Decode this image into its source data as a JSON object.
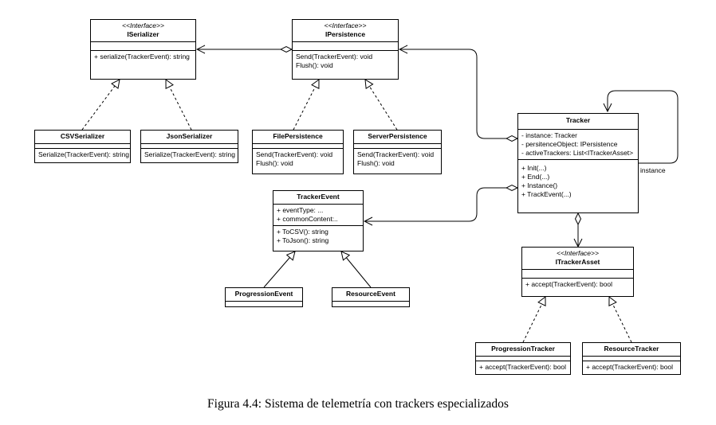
{
  "classes": {
    "iserializer": {
      "stereotype": "<<Interface>>",
      "name": "ISerializer",
      "attributes": [],
      "methods": [
        "+ serialize(TrackerEvent): string"
      ]
    },
    "ipersistence": {
      "stereotype": "<<Interface>>",
      "name": "IPersistence",
      "attributes": [],
      "methods": [
        "Send(TrackerEvent): void",
        "Flush(): void"
      ]
    },
    "csvserializer": {
      "name": "CSVSerializer",
      "attributes": [],
      "methods": [
        "Serialize(TrackerEvent): string"
      ]
    },
    "jsonserializer": {
      "name": "JsonSerializer",
      "attributes": [],
      "methods": [
        "Serialize(TrackerEvent): string"
      ]
    },
    "filepersistence": {
      "name": "FilePersistence",
      "attributes": [],
      "methods": [
        "Send(TrackerEvent): void",
        "Flush(): void"
      ]
    },
    "serverpersistence": {
      "name": "ServerPersistence",
      "attributes": [],
      "methods": [
        "Send(TrackerEvent): void",
        "Flush(): void"
      ]
    },
    "tracker": {
      "name": "Tracker",
      "attributes": [
        "- instance: Tracker",
        "- persitenceObject: IPersistence",
        "- activeTrackers: List<ITrackerAsset>"
      ],
      "methods": [
        "+ Init(...)",
        "+ End(...)",
        "+ Instance()",
        "+ TrackEvent(...)"
      ]
    },
    "trackerevent": {
      "name": "TrackerEvent",
      "attributes": [
        "+ eventType: ...",
        "+ commonContent:.."
      ],
      "methods": [
        "+ ToCSV(): string",
        "+ ToJson(): string"
      ]
    },
    "progressionevent": {
      "name": "ProgressionEvent"
    },
    "resourceevent": {
      "name": "ResourceEvent"
    },
    "itrackerasset": {
      "stereotype": "<<Interface>>",
      "name": "ITrackerAsset",
      "attributes": [],
      "methods": [
        "+ accept(TrackerEvent): bool"
      ]
    },
    "progressiontracker": {
      "name": "ProgressionTracker",
      "attributes": [],
      "methods": [
        "+ accept(TrackerEvent): bool"
      ]
    },
    "resourcetracker": {
      "name": "ResourceTracker",
      "attributes": [],
      "methods": [
        "+ accept(TrackerEvent): bool"
      ]
    }
  },
  "labels": {
    "self_association": "instance"
  },
  "caption": "Figura 4.4: Sistema de telemetría con trackers especializados"
}
